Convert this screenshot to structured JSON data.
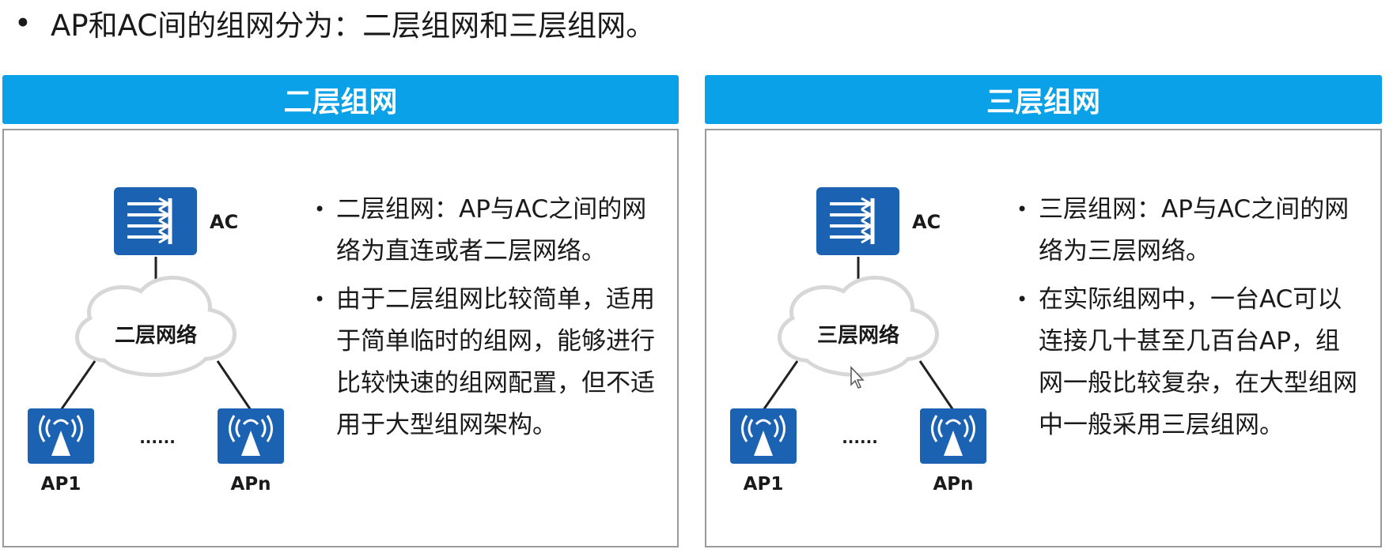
{
  "header": {
    "bullet": "•",
    "text": "AP和AC间的组网分为：二层组网和三层组网。"
  },
  "panels": [
    {
      "title": "二层组网",
      "diagram": {
        "ac_label": "AC",
        "cloud_label": "二层网络",
        "ap_left_label": "AP1",
        "ap_right_label": "APn",
        "ellipsis": "......"
      },
      "bullets": [
        "二层组网：AP与AC之间的网络为直连或者二层网络。",
        "由于二层组网比较简单，适用于简单临时的组网，能够进行比较快速的组网配置，但不适用于大型组网架构。"
      ]
    },
    {
      "title": "三层组网",
      "diagram": {
        "ac_label": "AC",
        "cloud_label": "三层网络",
        "ap_left_label": "AP1",
        "ap_right_label": "APn",
        "ellipsis": "......"
      },
      "bullets": [
        "三层组网：AP与AC之间的网络为三层网络。",
        "在实际组网中，一台AC可以连接几十甚至几百台AP，组网一般比较复杂，在大型组网中一般采用三层组网。"
      ]
    }
  ],
  "colors": {
    "header_bar": "#0aa1e8",
    "device_blue": "#1b62b3",
    "border": "#9a9a9a"
  },
  "icons": {
    "ac": "ac-controller-icon",
    "ap": "access-point-icon",
    "cloud": "network-cloud-icon"
  }
}
